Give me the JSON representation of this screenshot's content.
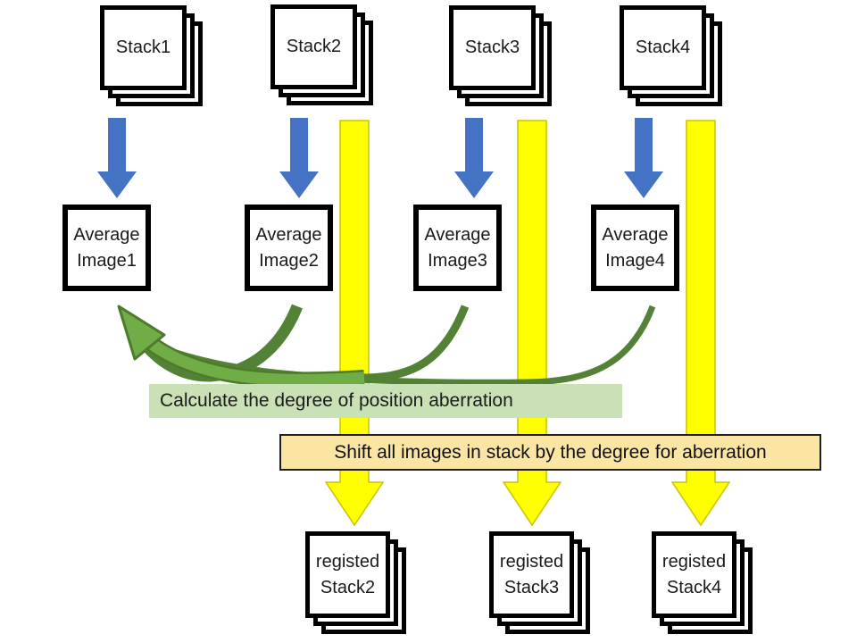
{
  "top_stacks": [
    {
      "label": "Stack1"
    },
    {
      "label": "Stack2"
    },
    {
      "label": "Stack3"
    },
    {
      "label": "Stack4"
    }
  ],
  "average_boxes": [
    {
      "label": "Average\nImage1"
    },
    {
      "label": "Average\nImage2"
    },
    {
      "label": "Average\nImage3"
    },
    {
      "label": "Average\nImage4"
    }
  ],
  "bottom_stacks": [
    {
      "label": "registed\nStack2"
    },
    {
      "label": "registed\nStack3"
    },
    {
      "label": "registed\nStack4"
    }
  ],
  "labels": {
    "calculate": "Calculate the degree of position aberration",
    "shift": "Shift all images in stack by the degree for aberration"
  },
  "icons": {
    "blue_arrow": "blue-down-arrow-icon",
    "yellow_arrow": "yellow-down-arrow-icon",
    "green_arrow": "green-curved-arrow-icon"
  },
  "colors": {
    "blue_arrow": "#4472C4",
    "yellow_arrow_fill": "#FFFF00",
    "yellow_arrow_outline": "#C9C400",
    "green_curve_dark": "#538135",
    "green_curve_light": "#70AD47",
    "green_curve_outline": "#4E7A2E",
    "calculate_band_bg": "#C9E1B5",
    "shift_band_bg": "#FBE5A3"
  }
}
